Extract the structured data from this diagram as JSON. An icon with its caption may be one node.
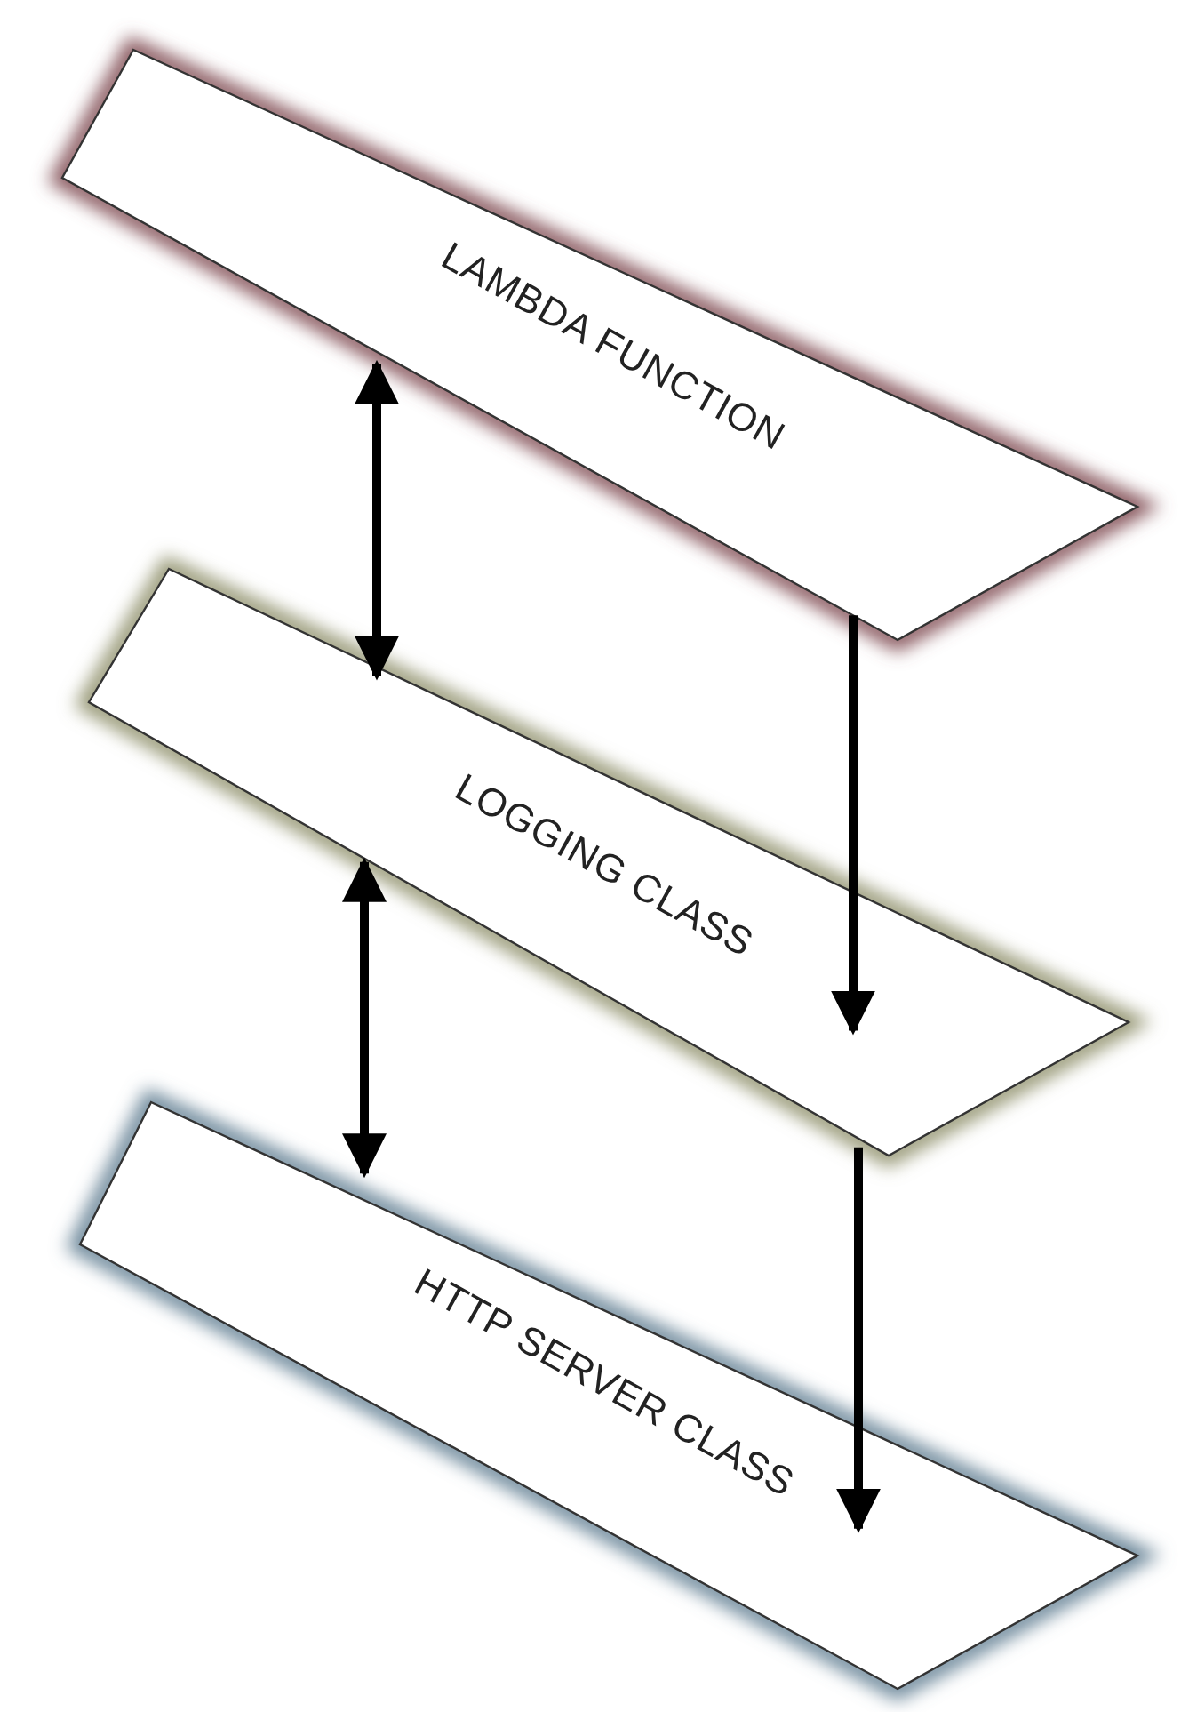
{
  "diagram": {
    "nodes": [
      {
        "text": [
          "LAMBDA FUNCTION"
        ]
      },
      {
        "text": [
          "LOGGING CLASS"
        ]
      },
      {
        "text": [
          "HTTP SERVER CLASS"
        ]
      }
    ],
    "edges": [
      {
        "from": 0,
        "to": 1,
        "arrow": "both"
      },
      {
        "from": 0,
        "to": 1,
        "arrow": "to"
      },
      {
        "from": 1,
        "to": 2,
        "arrow": "both"
      },
      {
        "from": 1,
        "to": 2,
        "arrow": "to"
      }
    ]
  }
}
